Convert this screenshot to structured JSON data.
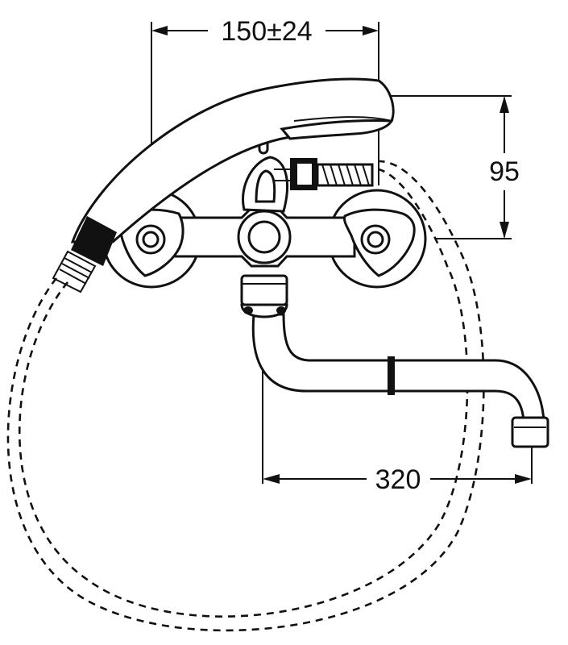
{
  "dimensions": {
    "width_between_inlets": "150±24",
    "height_offset": "95",
    "spout_reach": "320"
  },
  "colors": {
    "line": "#111111",
    "background": "#ffffff"
  }
}
